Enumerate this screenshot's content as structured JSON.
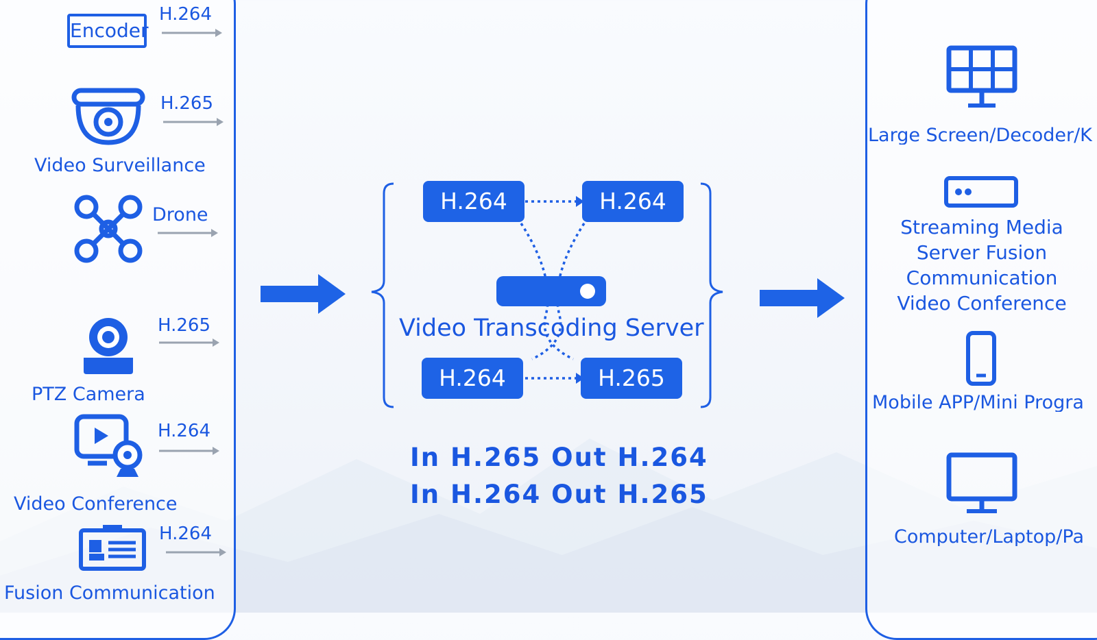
{
  "colors": {
    "accent": "#1e63e6",
    "arrow_gray": "#9aa3b0"
  },
  "sources": {
    "encoder": {
      "label": "Encoder",
      "codec": "H.264",
      "icon": "encoder-box-icon"
    },
    "surveillance": {
      "label": "Video Surveillance",
      "codec": "H.265",
      "icon": "dome-camera-icon"
    },
    "drone": {
      "label": "Drone",
      "icon": "drone-icon"
    },
    "ptz": {
      "label": "PTZ Camera",
      "codec": "H.265",
      "icon": "ptz-camera-icon"
    },
    "conference": {
      "label": "Video Conference",
      "codec": "H.264",
      "icon": "video-conference-icon"
    },
    "fusion": {
      "label": "Fusion Communication",
      "codec": "H.264",
      "icon": "fusion-communication-icon"
    }
  },
  "server": {
    "label": "Video Transcoding Server",
    "top_in": "H.264",
    "top_out": "H.264",
    "bottom_in": "H.264",
    "bottom_out": "H.265",
    "io_lines": [
      "In H.265 Out H.264",
      "In H.264 Out H.265"
    ]
  },
  "outputs": {
    "large_screen": {
      "label": "Large Screen/Decoder/K",
      "icon": "video-wall-icon"
    },
    "streaming": {
      "lines": [
        "Streaming Media",
        "Server Fusion",
        "Communication",
        "Video Conference"
      ],
      "icon": "server-unit-icon"
    },
    "mobile": {
      "label": "Mobile APP/Mini Progra",
      "icon": "mobile-phone-icon"
    },
    "computer": {
      "label": "Computer/Laptop/Pa",
      "icon": "monitor-icon"
    }
  }
}
